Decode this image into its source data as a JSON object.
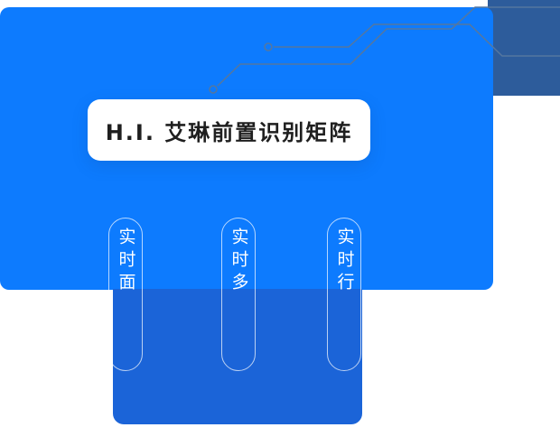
{
  "title_card": {
    "label": "H.I. 艾琳前置识别矩阵"
  },
  "feature_pills": [
    {
      "label": "实时面"
    },
    {
      "label": "实时多"
    },
    {
      "label": "实时行"
    }
  ],
  "colors": {
    "primary_blue": "#0d7bfe",
    "lower_blue": "#1b64d8",
    "corner_blue": "#2d5c9b",
    "card_bg": "#ffffff",
    "title_text": "#1f1f1f",
    "pill_line": "rgba(255,255,255,0.7)",
    "pill_text": "#ffffff",
    "circuit_line": "#55779f"
  },
  "icons": {
    "circuit_node": "hollow-circle",
    "circuit_trace": "angled-polyline"
  }
}
